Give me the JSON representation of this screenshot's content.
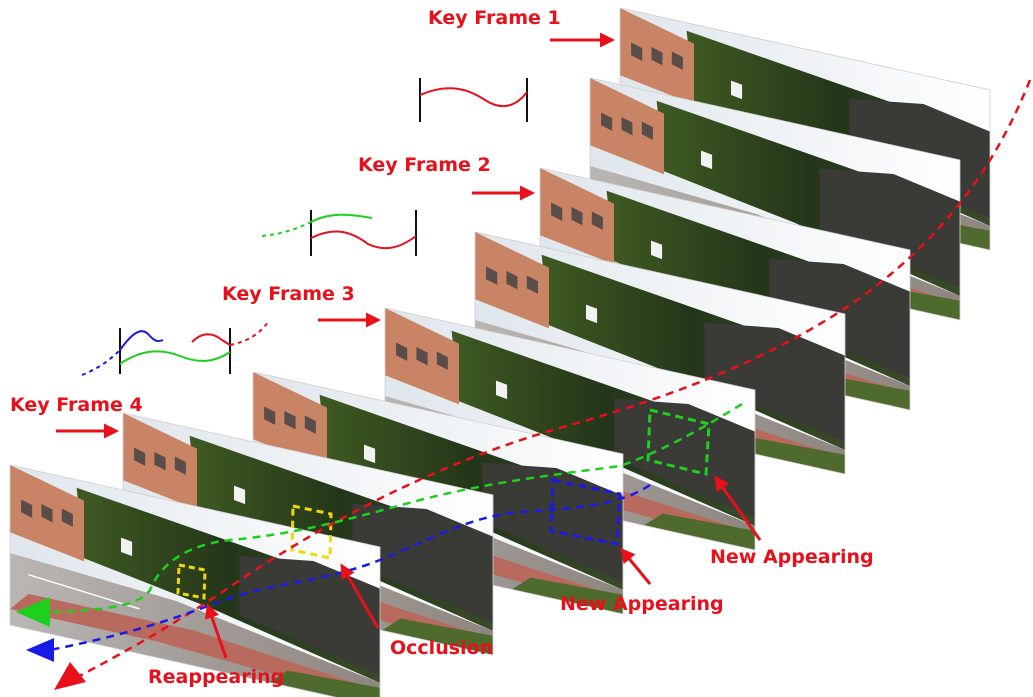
{
  "colors": {
    "label": "#e8101a",
    "track_red": "#e8101a",
    "track_green": "#1ed01e",
    "track_blue": "#1a1ae6",
    "box_yellow": "#f2d80a",
    "box_green": "#1ed01e",
    "box_blue": "#1a1ae6"
  },
  "key_frames": [
    {
      "label": "Key Frame 1"
    },
    {
      "label": "Key Frame 2"
    },
    {
      "label": "Key Frame 3"
    },
    {
      "label": "Key Frame 4"
    }
  ],
  "events": {
    "new_appearing_green": "New Appearing",
    "new_appearing_blue": "New Appearing",
    "occlusion": "Occlusion",
    "reappearing": "Reappearing"
  },
  "frame_count": 8,
  "icons": {
    "frame_image": "street-scene-photo",
    "track": "dashed-trajectory",
    "pointer": "red-arrow",
    "bbox": "dashed-bounding-box"
  }
}
